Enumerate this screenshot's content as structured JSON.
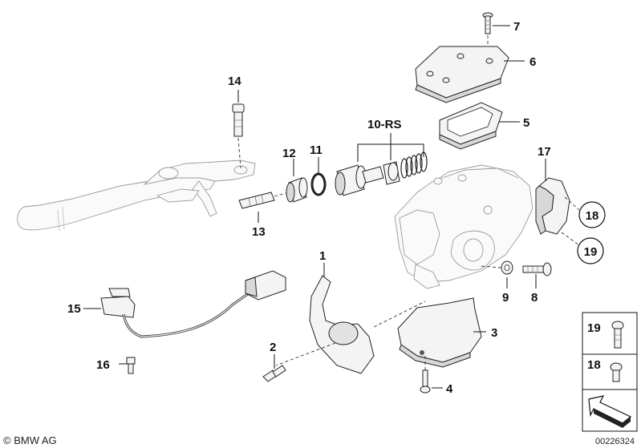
{
  "labels": {
    "p1": "1",
    "p2": "2",
    "p3": "3",
    "p4": "4",
    "p5": "5",
    "p6": "6",
    "p7": "7",
    "p8": "8",
    "p9": "9",
    "p10": "10-RS",
    "p11": "11",
    "p12": "12",
    "p13": "13",
    "p14": "14",
    "p15": "15",
    "p16": "16",
    "p17": "17",
    "p18": "18",
    "p19": "19"
  },
  "legend": {
    "item_19": "19",
    "item_18": "18"
  },
  "footer": {
    "copyright": "© BMW AG",
    "image_number": "00226324"
  }
}
